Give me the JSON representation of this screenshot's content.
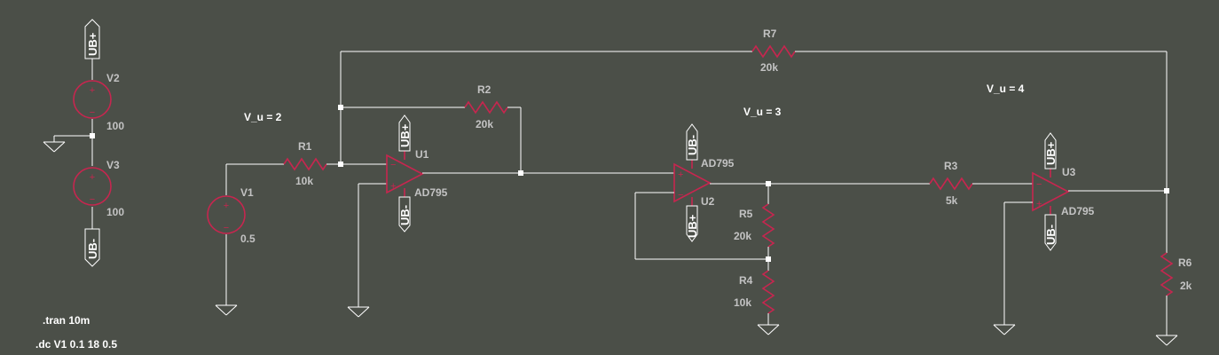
{
  "labels": {
    "v2_name": "V2",
    "v2_val": "100",
    "v3_name": "V3",
    "v3_val": "100",
    "v1_name": "V1",
    "v1_val": "0.5",
    "r1_name": "R1",
    "r1_val": "10k",
    "r2_name": "R2",
    "r2_val": "20k",
    "r3_name": "R3",
    "r3_val": "5k",
    "r4_name": "R4",
    "r4_val": "10k",
    "r5_name": "R5",
    "r5_val": "20k",
    "r6_name": "R6",
    "r6_val": "2k",
    "r7_name": "R7",
    "r7_val": "20k",
    "u1_name": "U1",
    "u1_model": "AD795",
    "u2_name": "U2",
    "u2_model": "AD795",
    "u3_name": "U3",
    "u3_model": "AD795",
    "gain1": "V_u = 2",
    "gain2": "V_u = 3",
    "gain3": "V_u = 4"
  },
  "net_flags": {
    "pos": "UB+",
    "neg": "UB-"
  },
  "directives": {
    "tran": ".tran 10m",
    "dc": ".dc V1 0.1 18 0.5"
  },
  "pin_signs": {
    "plus": "+",
    "minus": "−"
  }
}
